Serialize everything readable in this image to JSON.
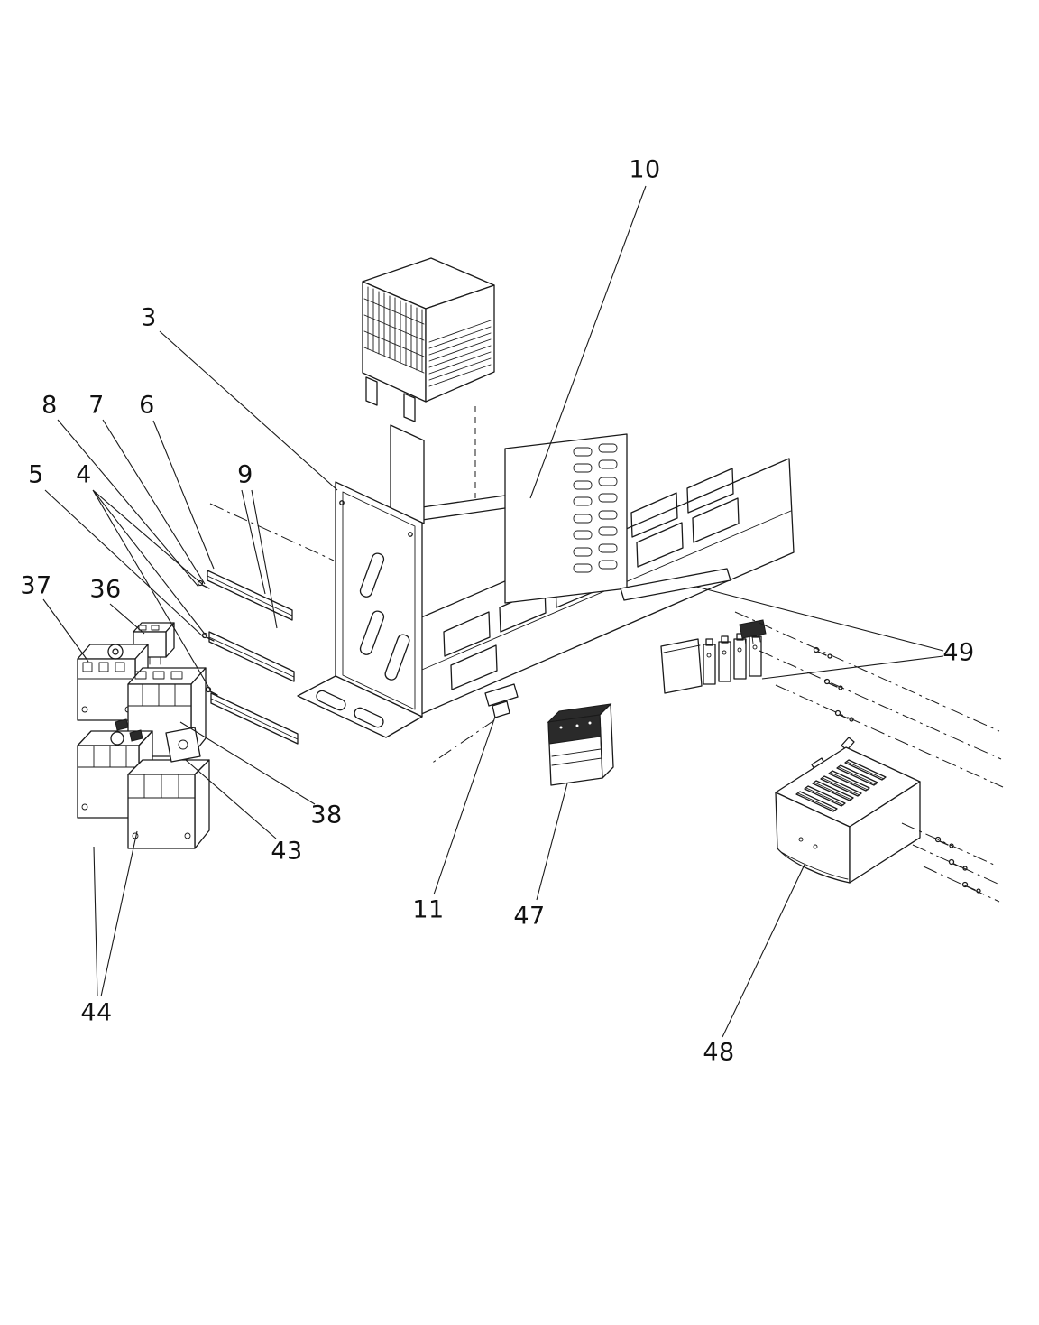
{
  "figure": {
    "type": "exploded-parts-diagram",
    "colors": {
      "background": "#ffffff",
      "line": "#1a1a1a",
      "dark_fill": "#2a2a2a"
    },
    "callouts": [
      {
        "label": "10"
      },
      {
        "label": "3"
      },
      {
        "label": "8"
      },
      {
        "label": "7"
      },
      {
        "label": "6"
      },
      {
        "label": "5"
      },
      {
        "label": "4"
      },
      {
        "label": "9"
      },
      {
        "label": "37"
      },
      {
        "label": "36"
      },
      {
        "label": "38"
      },
      {
        "label": "43"
      },
      {
        "label": "44"
      },
      {
        "label": "11"
      },
      {
        "label": "47"
      },
      {
        "label": "48"
      },
      {
        "label": "49"
      }
    ]
  }
}
